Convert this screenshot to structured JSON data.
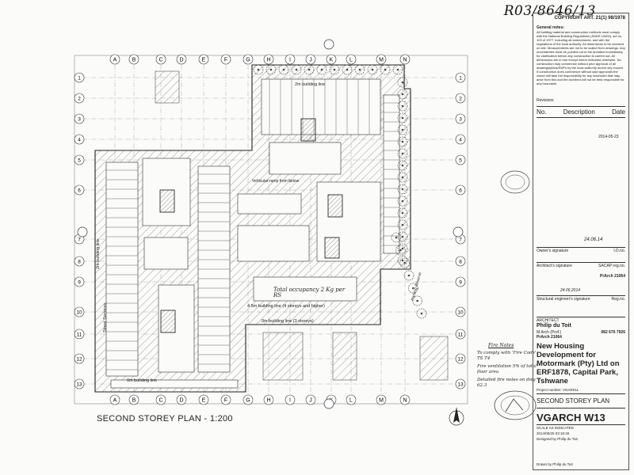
{
  "drawing_ref": "R03/8646/13",
  "grid_columns": [
    "A",
    "B",
    "C",
    "D",
    "E",
    "F",
    "G",
    "H",
    "I",
    "J",
    "K",
    "L",
    "M",
    "N"
  ],
  "grid_rows": [
    "1",
    "2",
    "3",
    "4",
    "5",
    "6",
    "7",
    "8",
    "9",
    "10",
    "11",
    "12",
    "13"
  ],
  "plan_title": "SECOND STOREY PLAN - 1:200",
  "handwritten": {
    "occupancy": "Total occupancy 2 Kg per RS",
    "fire_notes_title": "Fire Notes",
    "fire_notes": [
      "To comply with 'Fire Code' TS T4",
      "Fire ventilation 5% of total floor area",
      "Detailed fire notes on dwg 62.3"
    ]
  },
  "annotations": {
    "building_line_top": "2m building line",
    "building_line_left": "2m building line",
    "building_line_bottom": "0m building line",
    "building_line_right_1": "4.5m building line (4 storeys and higher)",
    "building_line_right_2": "0m building line (3 storeys)",
    "ramp": "Vehicular ramp from below",
    "street_left": "Street Services",
    "street_right": "Parking Reserve"
  },
  "title_block": {
    "copyright": "COPYRIGHT ART. 21(1) 98/1978",
    "general_notes_title": "General notes:",
    "general_notes": "All building material and construction methods must comply with the National Building Regulations (SANS 10400), act no. 103 of 1977, including all amendments, and with the regulations of the local authority. All dimensions to be checked on site. Measurements are not to be scaled from drawings. Any uncertainties must be pointed out to the architect immediately for clarification before any construction is carried out. All dimensions are in mm except where indicated otherwise. No construction may commence without prior approval of all drawings/plans/SDPs by the local authority and/or city council. If construction does commence without said approvals the owner will take full responsibility for any loss/claim that may arise from this and the architect will not be held responsible for any loss/claim.",
    "revisions_label": "Revisions",
    "rev_headers": [
      "No.",
      "Description",
      "Date"
    ],
    "owners_signature": "Owner's signature",
    "id_no": "I.D.no.",
    "architects_signature": "Architect's signature",
    "sacap": "SACAP reg.no.",
    "sacap_value": "PrArch 21064",
    "structural": "Structural engineer's signature",
    "reg_no": "Reg.no.",
    "architect_label": "ARCHITECT",
    "architect_name": "Philip du Toit",
    "architect_quals": "M.Arch (Prof.)",
    "architect_reg": "PrArch 21064",
    "architect_phone": "082 676 7926",
    "project": "New Housing Development for Motormark (Pty) Ltd on ERF1878, Capital Park, Tshwane",
    "project_number": "Project number: VGAR011",
    "drawing_title": "SECOND STOREY PLAN",
    "drawing_number": "VGARCH W13",
    "scale": "SCALE AS INDICATED",
    "date": "2014/05/25 03:18:40",
    "designed_by": "Designed by Philip du Toit",
    "drawn_by": "Drawn by Philip du Toit",
    "stamp_date": "2014-05-23",
    "sig_date": "24.06.14",
    "sig2_date": "24.06.2014"
  }
}
